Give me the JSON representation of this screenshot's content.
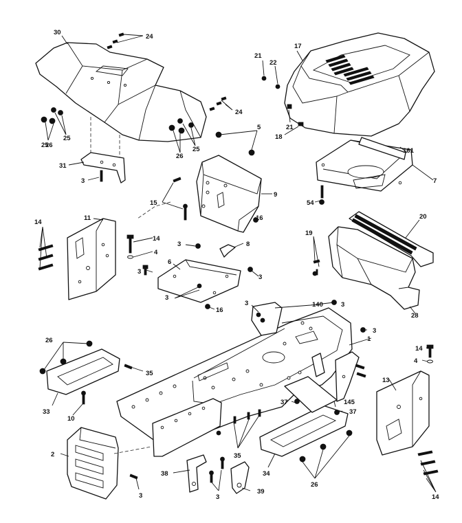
{
  "callouts": {
    "c30": "30",
    "c24a": "24",
    "c24b": "24",
    "c25a": "25",
    "c25b": "25",
    "c25c": "25",
    "c26a": "26",
    "c26b": "26",
    "c31": "31",
    "c3a": "3",
    "c15": "15",
    "c5": "5",
    "c9": "9",
    "c16a": "16",
    "c21a": "21",
    "c22": "22",
    "c17": "17",
    "c21b": "21",
    "c18": "18",
    "c161": "161",
    "c7": "7",
    "c54": "54",
    "c14a": "14",
    "c11": "11",
    "c14b": "14",
    "c4a": "4",
    "c3b": "3",
    "c8": "8",
    "c3c": "3",
    "c6": "6",
    "c3d": "3",
    "c3e": "3",
    "c16b": "16",
    "c19": "19",
    "c20": "20",
    "c28": "28",
    "c3f": "3",
    "c140": "140",
    "c3g": "3",
    "c3h": "3",
    "c1": "1",
    "c26c": "26",
    "c35a": "35",
    "c33": "33",
    "c10": "10",
    "c14c": "14",
    "c4b": "4",
    "c13": "13",
    "c37a": "37",
    "c145": "145",
    "c37b": "37",
    "c2": "2",
    "c3i": "3",
    "c38": "38",
    "c3j": "3",
    "c39": "39",
    "c35b": "35",
    "c34": "34",
    "c26d": "26",
    "c14d": "14"
  }
}
